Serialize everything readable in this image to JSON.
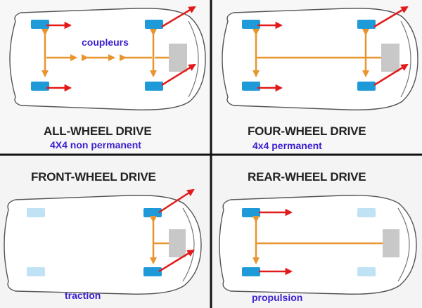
{
  "colors": {
    "background": "#f2f2f2",
    "grid_line": "#111111",
    "car_outline": "#555555",
    "wheel_powered": "#1f9ad8",
    "wheel_unpowered": "#bfe2f4",
    "drivetrain": "#e8952e",
    "arrow": "#e21a1a",
    "engine": "#c8c8c8",
    "note_text": "#3a1fd0",
    "title_text": "#222222"
  },
  "panels": [
    {
      "id": "all-wheel",
      "title": "ALL-WHEEL DRIVE",
      "note": "4X4 non permanent",
      "inner_label": "coupleurs"
    },
    {
      "id": "four-wheel",
      "title": "FOUR-WHEEL DRIVE",
      "note": "4x4 permanent"
    },
    {
      "id": "front-wheel",
      "title": "FRONT-WHEEL DRIVE",
      "note": "traction"
    },
    {
      "id": "rear-wheel",
      "title": "REAR-WHEEL DRIVE",
      "note": "propulsion"
    }
  ]
}
